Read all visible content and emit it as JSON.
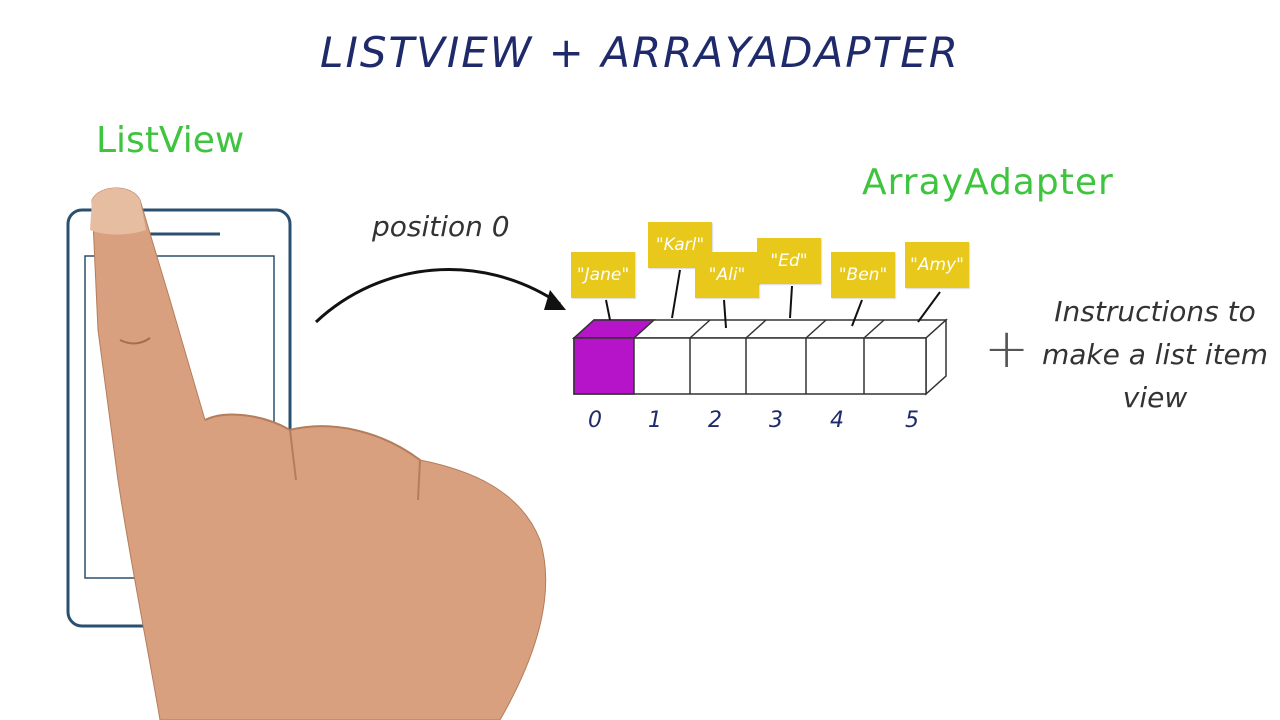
{
  "title": "LISTVIEW + ARRAYADAPTER",
  "labels": {
    "listview": "ListView",
    "arrayadapter": "ArrayAdapter",
    "position": "position 0",
    "plus": "+",
    "instructions": [
      "Instructions to",
      "make a list item",
      "view"
    ]
  },
  "array": {
    "items": [
      "\"Jane\"",
      "\"Karl\"",
      "\"Ali\"",
      "\"Ed\"",
      "\"Ben\"",
      "\"Amy\""
    ],
    "indices": [
      "0",
      "1",
      "2",
      "3",
      "4",
      "5"
    ],
    "highlighted_index": 0
  },
  "colors": {
    "title": "#1f2a6b",
    "label_green": "#3ec43e",
    "card_yellow": "#e8c81a",
    "highlight_purple": "#b514c9",
    "phone_outline": "#2b4f6e"
  },
  "icons": {
    "hand": "pointing-hand-icon",
    "phone": "phone-outline-icon"
  }
}
